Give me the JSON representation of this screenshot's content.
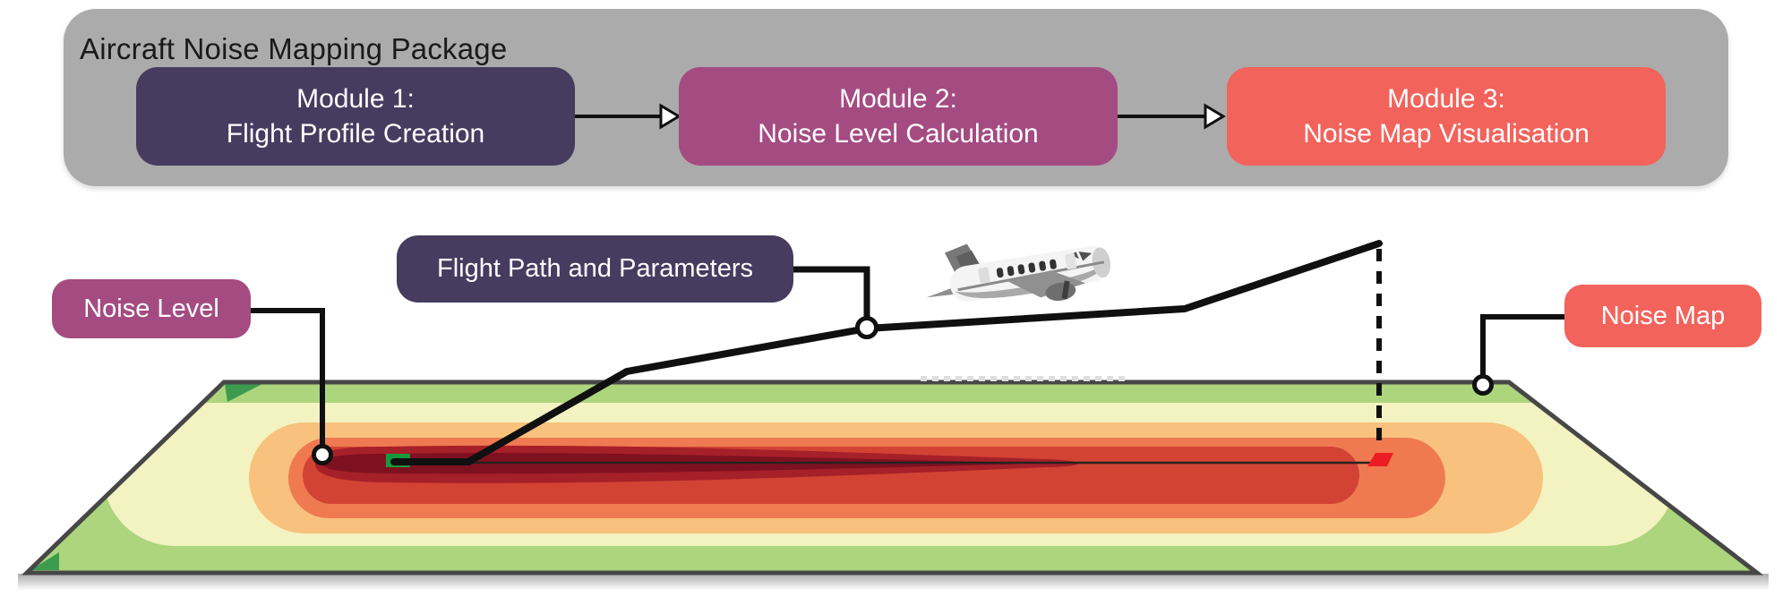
{
  "header": {
    "title": "Aircraft Noise Mapping Package",
    "modules": [
      {
        "title": "Module 1:",
        "subtitle": "Flight Profile Creation"
      },
      {
        "title": "Module 2:",
        "subtitle": "Noise Level Calculation"
      },
      {
        "title": "Module 3:",
        "subtitle": "Noise Map Visualisation"
      }
    ]
  },
  "annotations": {
    "flight_path": "Flight Path and Parameters",
    "noise_level": "Noise Level",
    "noise_map": "Noise Map"
  },
  "icons": {
    "aircraft": "aircraft-side-view"
  },
  "colors": {
    "panel_gray": "#ABABAB",
    "module1_navy": "#463C60",
    "module2_purple": "#A44B82",
    "module3_salmon": "#F2635C",
    "text_dark": "#1A1A1A",
    "text_white": "#FFFFFF",
    "line_black": "#101010",
    "map_edge": "#474747",
    "map_green": "#ACD57D",
    "corner_green": "#3C9B4F",
    "band_cream": "#F3F2C1",
    "band_orange": "#F8C17D",
    "band_salmon": "#EF7A51",
    "band_red": "#D24334",
    "band_darkred": "#A62029",
    "band_maroon": "#7E1120",
    "runway_marker_green": "#149A3C",
    "end_marker_red": "#EC1C24"
  }
}
